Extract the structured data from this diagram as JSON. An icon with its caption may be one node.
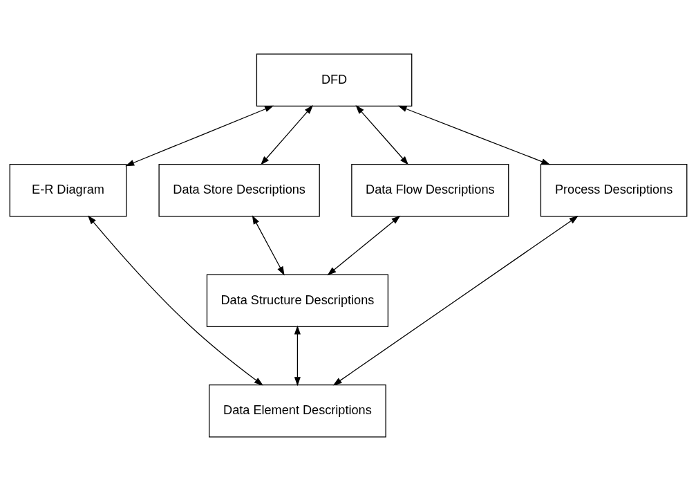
{
  "diagram": {
    "nodes": [
      {
        "text": [
          "DFD"
        ]
      },
      {
        "text": [
          "E-R Diagram"
        ]
      },
      {
        "text": [
          "Data Store Descriptions"
        ]
      },
      {
        "text": [
          "Data Flow Descriptions"
        ]
      },
      {
        "text": [
          "Process Descriptions"
        ]
      },
      {
        "text": [
          "Data Structure Descriptions"
        ]
      },
      {
        "text": [
          "Data Element Descriptions"
        ]
      }
    ],
    "edges": [
      {
        "from": 0,
        "to": 1,
        "arrow": "both"
      },
      {
        "from": 0,
        "to": 2,
        "arrow": "both"
      },
      {
        "from": 0,
        "to": 3,
        "arrow": "both"
      },
      {
        "from": 0,
        "to": 4,
        "arrow": "both"
      },
      {
        "from": 1,
        "to": 6,
        "arrow": "both"
      },
      {
        "from": 2,
        "to": 5,
        "arrow": "both"
      },
      {
        "from": 3,
        "to": 5,
        "arrow": "both"
      },
      {
        "from": 5,
        "to": 6,
        "arrow": "both"
      },
      {
        "from": 4,
        "to": 6,
        "arrow": "both"
      }
    ]
  }
}
